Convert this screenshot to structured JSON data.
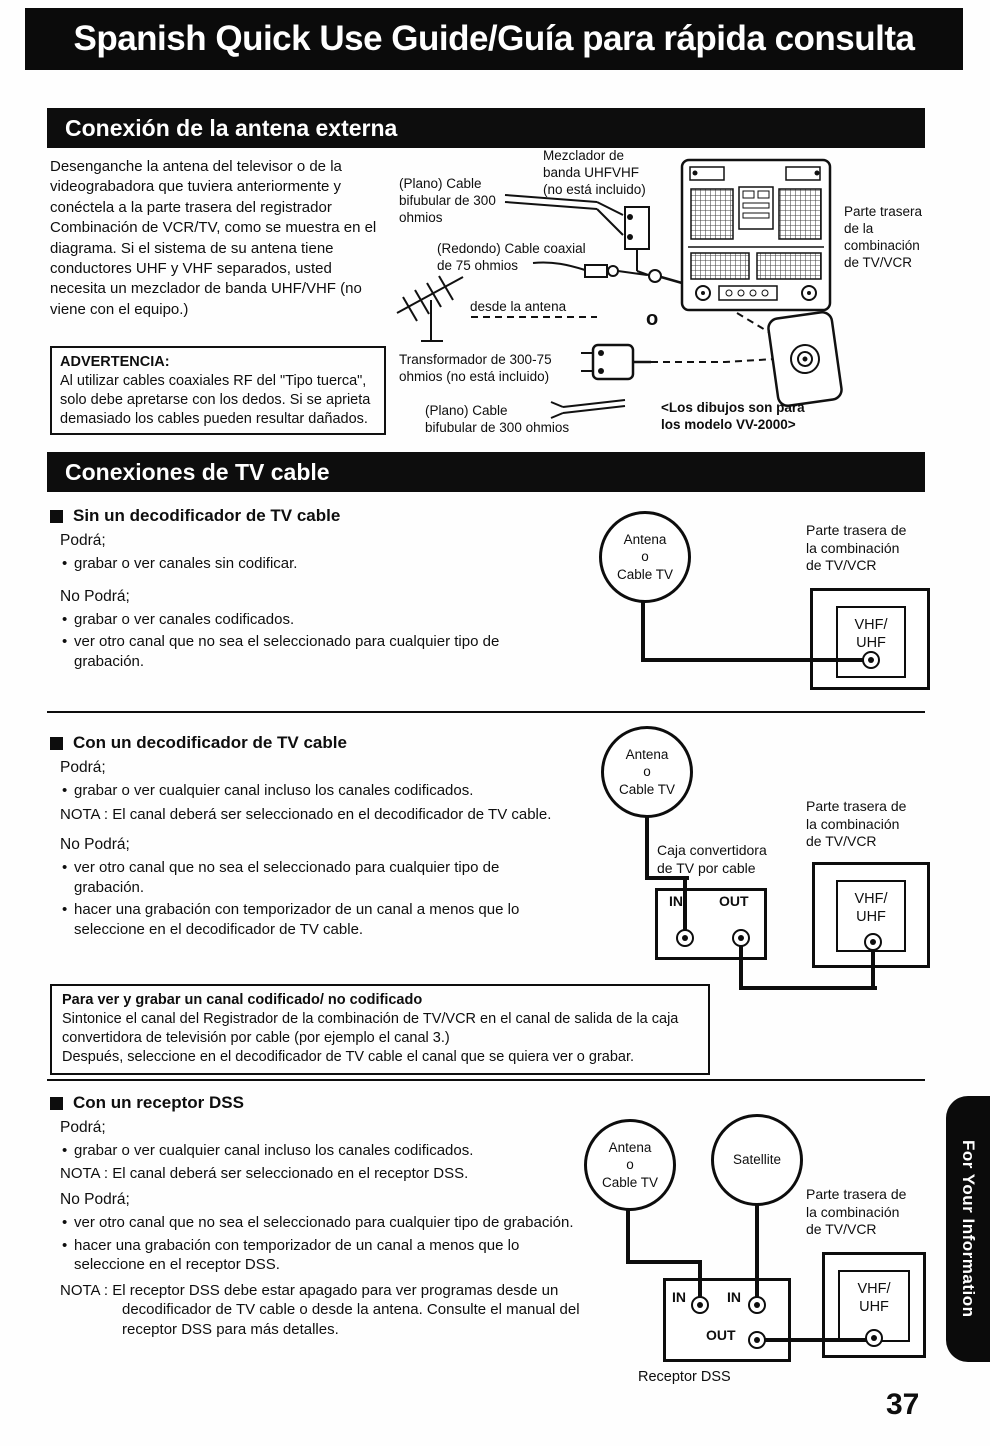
{
  "page": {
    "title": "Spanish Quick Use Guide/Guía para rápida consulta",
    "page_number": "37",
    "side_tab": "For Your Information"
  },
  "antenna_section": {
    "header": "Conexión de la antena externa",
    "body": "Desenganche la antena del televisor o de la videograbadora que tuviera anteriormente y conéctela a la parte trasera del registrador Combinación de VCR/TV, como se muestra en el diagrama. Si el sistema de su antena tiene conductores UHF y VHF separados, usted necesita un mezclador de banda UHF/VHF (no viene con el equipo.)",
    "warning": {
      "title": "ADVERTENCIA:",
      "body": "Al utilizar cables coaxiales RF del \"Tipo tuerca\", solo debe apretarse con los dedos. Si se aprieta demasiado los cables pueden resultar dañados."
    },
    "diagram": {
      "mixer_label": "Mezclador de\nbanda UHFVHF\n(no está incluido)",
      "flat_cable_top_label": "(Plano) Cable\nbifubular de 300\nohmios",
      "coax_label": "(Redondo) Cable coaxial\nde 75 ohmios",
      "from_antenna_label": "desde la antena",
      "or_label": "o",
      "transformer_label": "Transformador de 300-75\nohmios (no está incluido)",
      "flat_cable_bottom_label": "(Plano) Cable\nbifubular de 300 ohmios",
      "rear_label": "Parte trasera\nde la\ncombinación\nde TV/VCR",
      "model_note": "<Los dibujos son para\nlos modelo VV-2000>"
    }
  },
  "cable_section": {
    "header": "Conexiones de TV cable",
    "without_decoder": {
      "heading": "Sin un decodificador de TV cable",
      "can_label": "Podrá;",
      "can_items": [
        "grabar o ver canales sin codificar."
      ],
      "cannot_label": "No Podrá;",
      "cannot_items": [
        "grabar o ver canales codificados.",
        "ver otro canal que no sea el seleccionado para cualquier tipo de grabación."
      ],
      "diagram": {
        "source_circle": "Antena\no\nCable TV",
        "rear_label": "Parte trasera de\nla combinación\nde TV/VCR",
        "vhf_uhf": "VHF/\nUHF"
      }
    },
    "with_decoder": {
      "heading": "Con un decodificador de TV cable",
      "can_label": "Podrá;",
      "can_items": [
        "grabar o ver cualquier canal incluso los canales codificados."
      ],
      "note": "NOTA : El canal deberá ser seleccionado en el decodificador de TV cable.",
      "cannot_label": "No Podrá;",
      "cannot_items": [
        "ver otro canal que no sea el seleccionado para cualquier tipo de grabación.",
        "hacer una grabación con temporizador de un canal a menos que lo seleccione en el decodificador de TV cable."
      ],
      "diagram": {
        "source_circle": "Antena\no\nCable TV",
        "converter_label": "Caja convertidora\nde TV por cable",
        "in_label": "IN",
        "out_label": "OUT",
        "rear_label": "Parte trasera de\nla combinación\nde TV/VCR",
        "vhf_uhf": "VHF/\nUHF"
      }
    },
    "coded_box": {
      "title": "Para ver y grabar un canal codificado/ no codificado",
      "body": "Sintonice el canal del Registrador de la combinación de TV/VCR en el canal de salida de la caja convertidora de televisión por cable (por ejemplo el canal 3.)\nDespués, seleccione en el decodificador de TV cable el canal que se quiera ver o grabar."
    }
  },
  "dss_section": {
    "heading": "Con un receptor DSS",
    "can_label": "Podrá;",
    "can_items": [
      "grabar o ver cualquier canal incluso los canales codificados."
    ],
    "note1": "NOTA : El canal deberá ser seleccionado en el receptor DSS.",
    "cannot_label": "No Podrá;",
    "cannot_items": [
      "ver otro canal que no sea el seleccionado para cualquier tipo de grabación.",
      "hacer una grabación con temporizador de un canal a menos que lo seleccione en el receptor DSS."
    ],
    "note2": "NOTA : El receptor DSS debe estar apagado para ver programas desde un decodificador de TV cable o desde la antena. Consulte el manual del receptor DSS para más detalles.",
    "diagram": {
      "source_circle": "Antena\no\nCable TV",
      "satellite_circle": "Satellite",
      "rear_label": "Parte trasera de\nla combinación\nde TV/VCR",
      "in_label_1": "IN",
      "in_label_2": "IN",
      "out_label": "OUT",
      "receiver_label": "Receptor DSS",
      "vhf_uhf": "VHF/\nUHF"
    }
  }
}
